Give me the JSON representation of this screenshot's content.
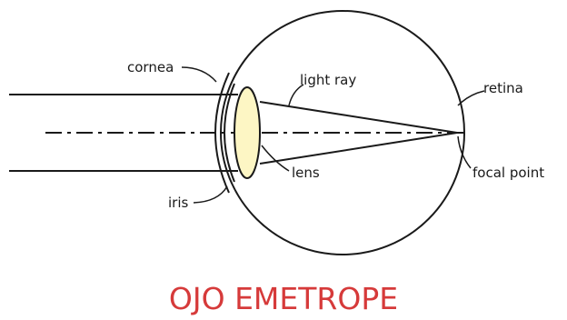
{
  "labels": {
    "cornea": "cornea",
    "light_ray": "light ray",
    "retina": "retina",
    "lens": "lens",
    "iris": "iris",
    "focal_point": "focal point"
  },
  "title": "OJO EMETROPE",
  "colors": {
    "title": "#d63a3a",
    "lens_fill": "#fdf6c4",
    "stroke": "#1a1a1a",
    "background": "#ffffff"
  }
}
